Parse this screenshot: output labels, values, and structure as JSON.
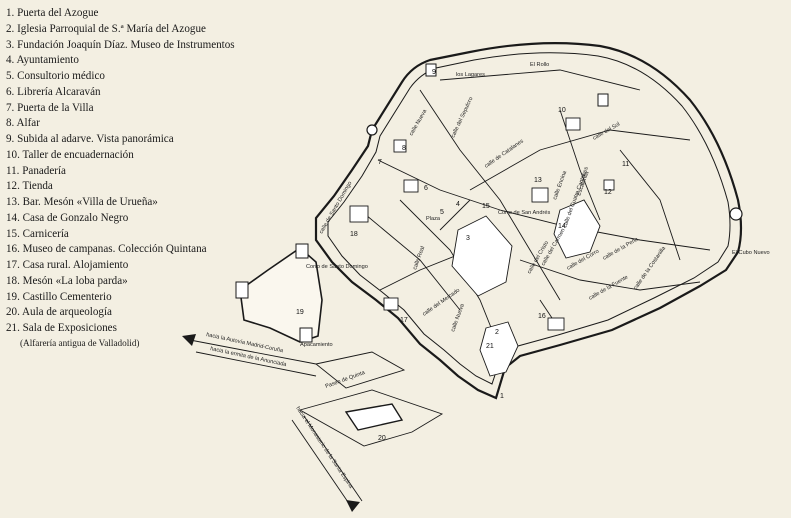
{
  "legend": {
    "items": [
      "1. Puerta del Azogue",
      "2. Iglesia Parroquial de S.ª María del Azogue",
      "3. Fundación Joaquín Díaz. Museo de Instrumentos",
      "4. Ayuntamiento",
      "5. Consultorio médico",
      "6. Librería Alcaraván",
      "7. Puerta de la Villa",
      "8. Alfar",
      "9. Subida al adarve. Vista panorámica",
      "10. Taller de encuadernación",
      "11. Panadería",
      "12. Tienda",
      "13. Bar. Mesón «Villa de Urueña»",
      "14. Casa de Gonzalo Negro",
      "15. Carnicería",
      "16. Museo de campanas. Colección Quintana",
      "17. Casa rural. Alojamiento",
      "18. Mesón «La loba parda»",
      "19. Castillo Cementerio",
      "20. Aula de arqueología",
      "21. Sala de Exposiciones"
    ],
    "note": "(Alfarería antigua de Valladolid)"
  },
  "map": {
    "streets": [
      "los Lagares",
      "El Rollo",
      "calle de Santo Domingo",
      "calle Nueva",
      "calle del Sol",
      "calle de Catalanes",
      "calle del Sepulcro",
      "Plaza",
      "Corro de San Andrés",
      "Corro de Santo Domingo",
      "calle Real",
      "calle del Mercado",
      "calle Nueva",
      "calle del Cristo",
      "calle de la Fuente",
      "calle de la Costanilla",
      "El Cubo Nuevo",
      "Apacamiento",
      "calle Encina",
      "Escalerilla",
      "calle del Cuatro Cantones",
      "calle del Carmen",
      "Paseo de Quinta",
      "calle del Corro",
      "calle de la Peña"
    ],
    "roads": [
      "hacia la Autovía Madrid-Coruña",
      "hacia la ermita de la Anunciada",
      "hacia el Monasterio de la Santa Espina"
    ],
    "markers": [
      "1",
      "2",
      "3",
      "4",
      "5",
      "6",
      "7",
      "8",
      "9",
      "10",
      "11",
      "12",
      "13",
      "14",
      "15",
      "16",
      "17",
      "18",
      "19",
      "20",
      "21"
    ]
  },
  "colors": {
    "paper": "#f3efe2",
    "ink": "#1a1a1a"
  }
}
